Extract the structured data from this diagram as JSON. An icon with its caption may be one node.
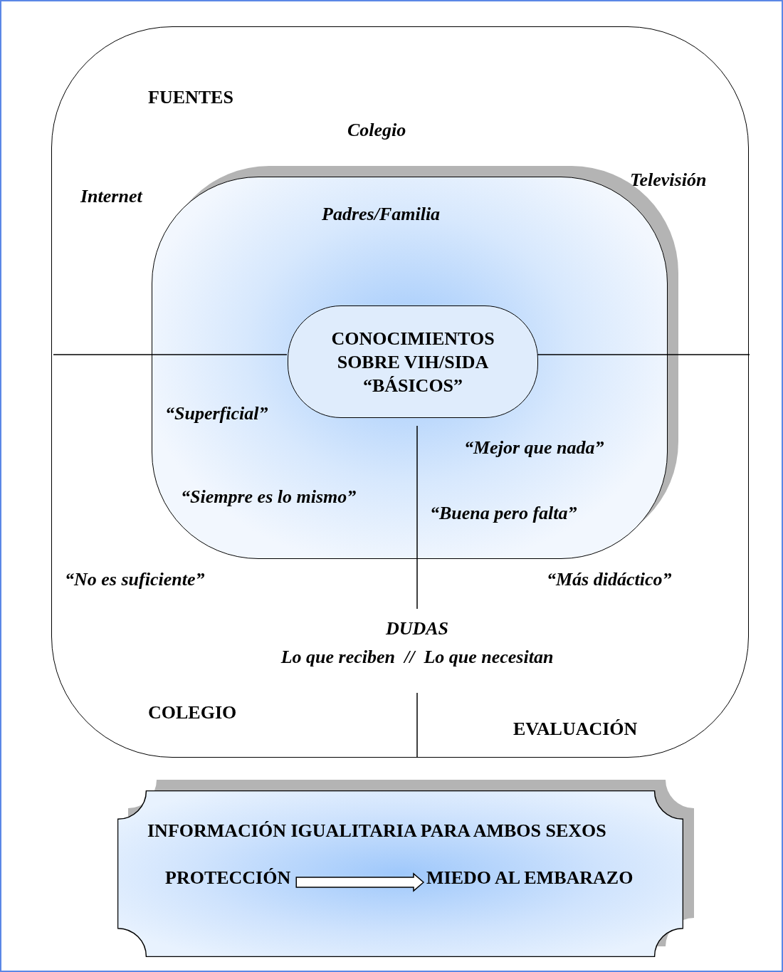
{
  "diagram": {
    "nodes": [
      {
        "text": [
          "FUENTES",
          "Colegio",
          "Televisión",
          "Internet",
          "“No es suficiente”",
          "“Más didáctico”",
          "DUDAS",
          "Lo que reciben  //  Lo que necesitan",
          "COLEGIO",
          "EVALUACIÓN"
        ]
      },
      {
        "text": [
          "Padres/Familia",
          "“Superficial”",
          "“Mejor que nada”",
          "“Siempre es lo mismo”",
          "“Buena pero falta”"
        ],
        "in": 0
      },
      {
        "text": [
          "CONOCIMIENTOS SOBRE VIH/SIDA “BÁSICOS”"
        ],
        "in": 1
      },
      {
        "text": [
          "INFORMACIÓN IGUALITARIA PARA AMBOS SEXOS"
        ]
      },
      {
        "text": [
          "PROTECCIÓN"
        ],
        "in": 3
      },
      {
        "text": [
          "MIEDO AL EMBARAZO"
        ],
        "in": 3
      }
    ],
    "edges": [
      {
        "from": 4,
        "to": 5,
        "arrow": "to"
      }
    ]
  }
}
